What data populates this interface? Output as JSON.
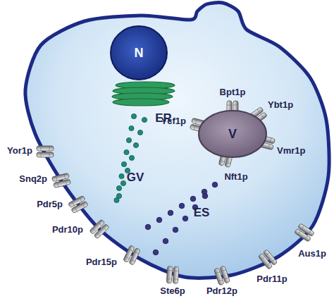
{
  "diagram": {
    "nodes": [
      {
        "text": [
          "N"
        ]
      },
      {
        "text": [
          "V"
        ]
      }
    ],
    "labels": [
      "ER",
      "GV",
      "ES",
      "Ycf1p",
      "Bpt1p",
      "Ybt1p",
      "Vmr1p",
      "Nft1p",
      "Yor1p",
      "Snq2p",
      "Pdr5p",
      "Pdr10p",
      "Pdr15p",
      "Ste6p",
      "Pdr12p",
      "Pdr11p",
      "Aus1p"
    ]
  }
}
